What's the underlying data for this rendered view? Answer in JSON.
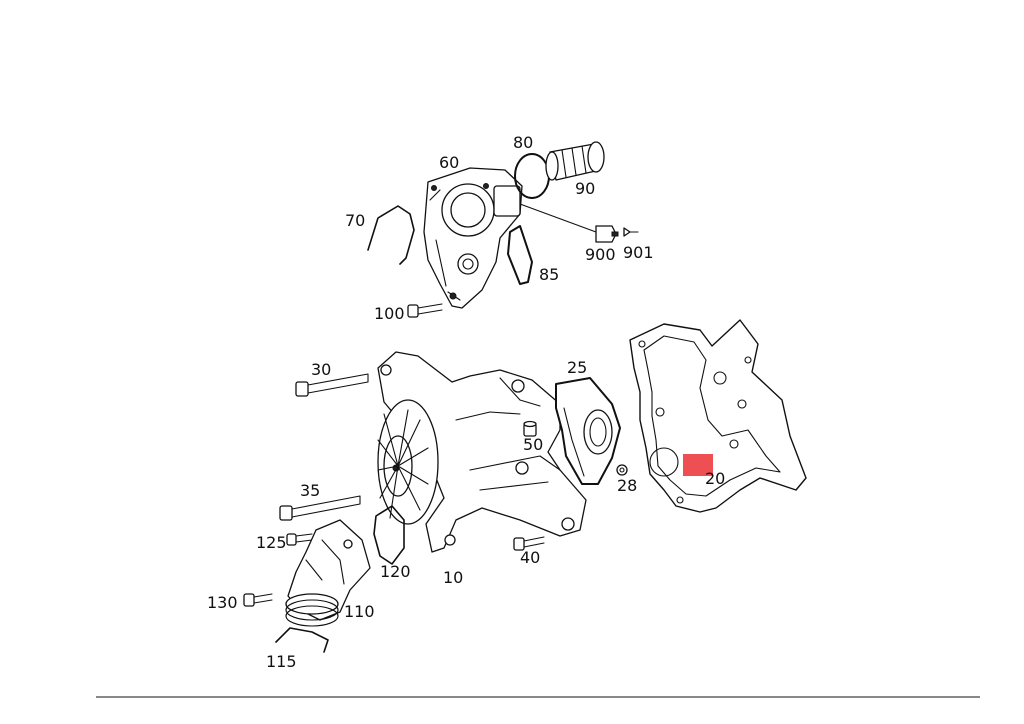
{
  "parts": [
    {
      "id": "p80",
      "number": "80"
    },
    {
      "id": "p60",
      "number": "60"
    },
    {
      "id": "p90",
      "number": "90"
    },
    {
      "id": "p70",
      "number": "70"
    },
    {
      "id": "p900",
      "number": "900"
    },
    {
      "id": "p901",
      "number": "901"
    },
    {
      "id": "p85",
      "number": "85"
    },
    {
      "id": "p100",
      "number": "100"
    },
    {
      "id": "p30",
      "number": "30"
    },
    {
      "id": "p25",
      "number": "25"
    },
    {
      "id": "p50",
      "number": "50"
    },
    {
      "id": "p28",
      "number": "28"
    },
    {
      "id": "p20",
      "number": "20"
    },
    {
      "id": "p35",
      "number": "35"
    },
    {
      "id": "p125",
      "number": "125"
    },
    {
      "id": "p120",
      "number": "120"
    },
    {
      "id": "p10",
      "number": "10"
    },
    {
      "id": "p40",
      "number": "40"
    },
    {
      "id": "p130",
      "number": "130"
    },
    {
      "id": "p110",
      "number": "110"
    },
    {
      "id": "p115",
      "number": "115"
    }
  ],
  "highlight": {
    "part": "20",
    "color": "#e8141a"
  }
}
